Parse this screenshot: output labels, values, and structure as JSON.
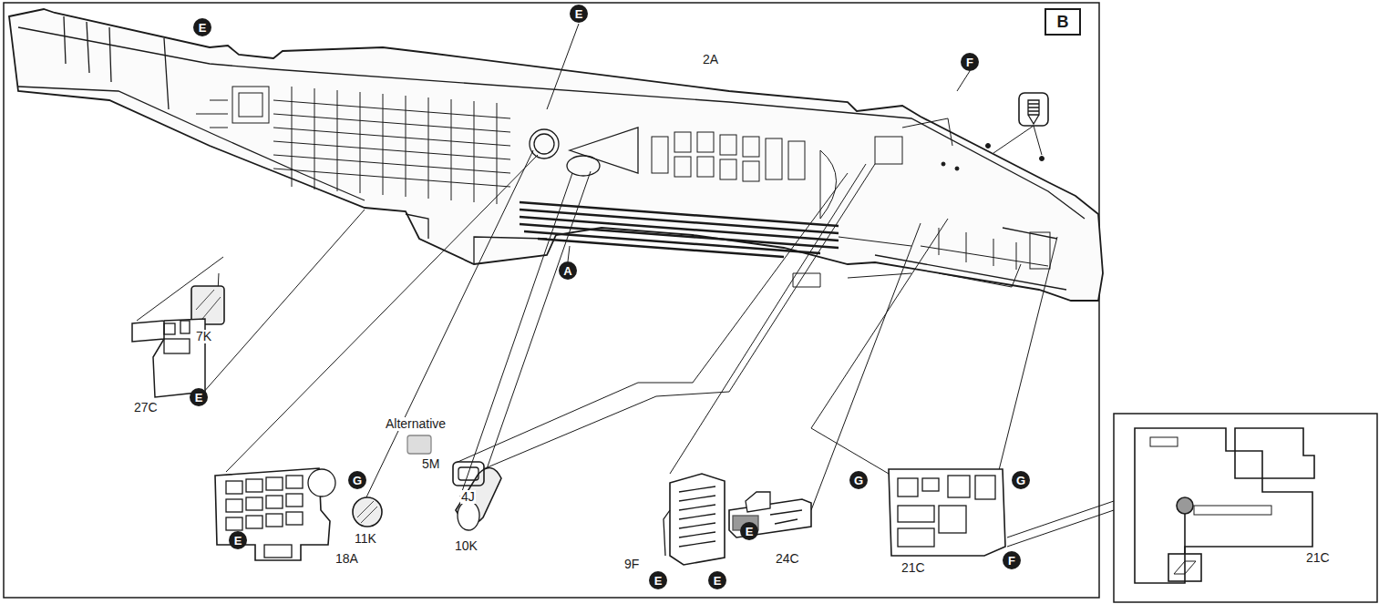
{
  "diagram": {
    "nodes": [
      {
        "text": [
          "E"
        ]
      },
      {
        "text": [
          "E"
        ]
      },
      {
        "text": [
          "B"
        ]
      },
      {
        "text": [
          "F"
        ]
      },
      {
        "text": [
          "A"
        ]
      },
      {
        "text": [
          "E"
        ]
      },
      {
        "text": [
          "G"
        ]
      },
      {
        "text": [
          "G"
        ]
      },
      {
        "text": [
          "G"
        ]
      },
      {
        "text": [
          "E"
        ]
      },
      {
        "text": [
          "E"
        ]
      },
      {
        "text": [
          "F"
        ]
      },
      {
        "text": [
          "E"
        ]
      },
      {
        "text": [
          "E"
        ]
      }
    ],
    "labels": [
      "2A",
      "7K",
      "27C",
      "11K",
      "10K",
      "Alternative",
      "5M",
      "4J",
      "9F",
      "24C",
      "21C",
      "18A",
      "21C"
    ]
  }
}
